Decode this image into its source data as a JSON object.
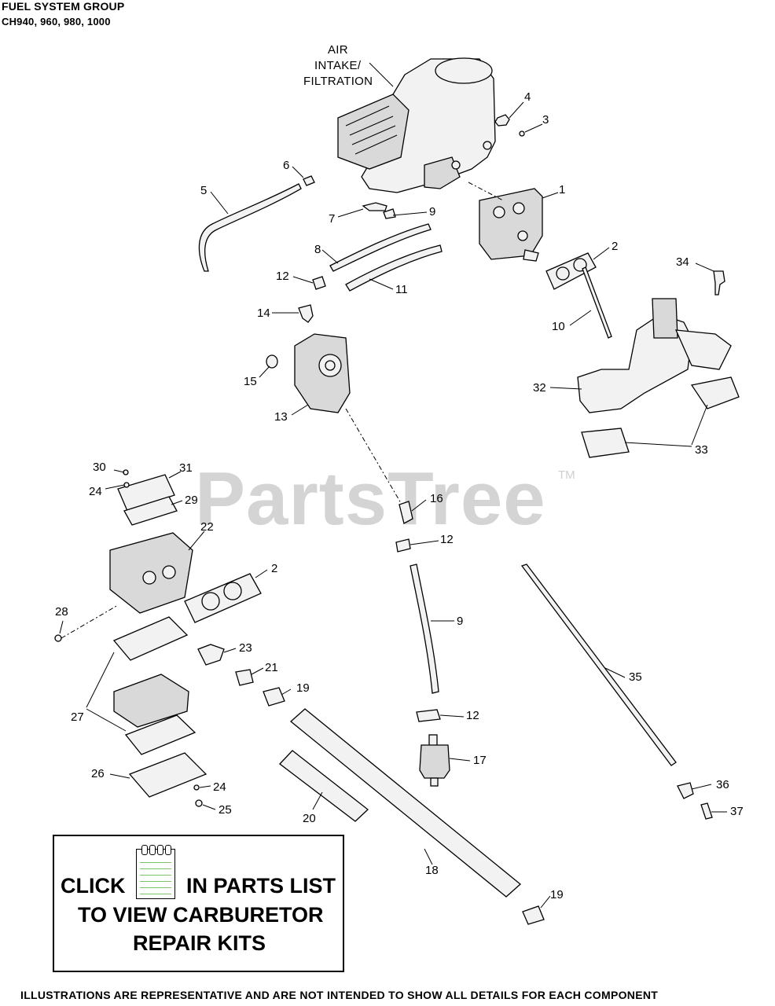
{
  "header": {
    "title": "FUEL SYSTEM  GROUP",
    "models": "CH940, 960, 980, 1000"
  },
  "watermark": {
    "text": "PartsTree",
    "tm": "TM"
  },
  "caption": {
    "line1": "AIR",
    "line2": "INTAKE/",
    "line3": "FILTRATION"
  },
  "callouts": [
    "1",
    "2",
    "2",
    "3",
    "4",
    "5",
    "6",
    "7",
    "8",
    "9",
    "9",
    "10",
    "11",
    "12",
    "12",
    "12",
    "13",
    "14",
    "15",
    "16",
    "17",
    "18",
    "19",
    "19",
    "20",
    "21",
    "22",
    "23",
    "24",
    "24",
    "25",
    "26",
    "27",
    "28",
    "29",
    "30",
    "31",
    "32",
    "33",
    "34",
    "35",
    "36",
    "37"
  ],
  "click_box": {
    "click": "CLICK",
    "in_parts_list": "IN PARTS LIST",
    "to_view": "TO VIEW CARBURETOR",
    "repair_kits": "REPAIR KITS",
    "icon": "notebook-icon"
  },
  "footer": {
    "disclaimer": "ILLUSTRATIONS ARE REPRESENTATIVE AND ARE NOT INTENDED TO SHOW ALL DETAILS FOR EACH COMPONENT"
  }
}
